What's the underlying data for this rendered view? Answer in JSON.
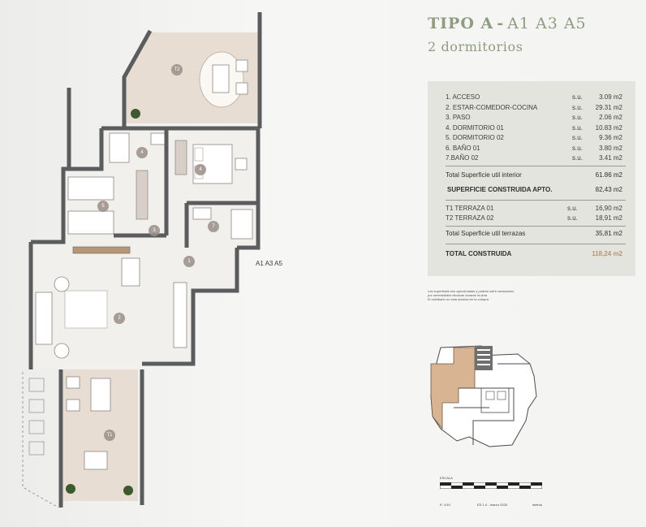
{
  "header": {
    "title_main": "TIPO A",
    "title_separator": "-",
    "title_units": "A1 A3 A5",
    "subtitle": "2 dormitorios"
  },
  "plan": {
    "access_label": "A1 A3 A5",
    "room_labels": [
      "T2",
      "4",
      "4",
      "5",
      "3",
      "7",
      "1",
      "2",
      "T1"
    ]
  },
  "surfaces": {
    "rooms": [
      {
        "label": "1. ACCESO",
        "su": "s.u.",
        "value": "3.09 m2"
      },
      {
        "label": "2. ESTAR-COMEDOR-COCINA",
        "su": "s.u.",
        "value": "29.31 m2"
      },
      {
        "label": "3. PASO",
        "su": "s.u.",
        "value": "2.06 m2"
      },
      {
        "label": "4. DORMITORIO 01",
        "su": "s.u.",
        "value": "10.83 m2"
      },
      {
        "label": "5. DORMITORIO 02",
        "su": "s.u.",
        "value": "9.36 m2"
      },
      {
        "label": "6. BAÑO 01",
        "su": "s.u.",
        "value": "3.80 m2"
      },
      {
        "label": "7.BAÑO 02",
        "su": "s.u.",
        "value": "3.41 m2"
      }
    ],
    "total_interior_label": "Total Superficie util interior",
    "total_interior_value": "61.86 m2",
    "built_label": "SUPERFICIE CONSTRUIDA APTO.",
    "built_value": "82,43 m2",
    "terraces": [
      {
        "label": "T1 TERRAZA 01",
        "su": "s.u.",
        "value": "16,90 m2"
      },
      {
        "label": "T2 TERRAZA 02",
        "su": "s.u.",
        "value": "18,91 m2"
      }
    ],
    "total_terraces_label": "Total Superficie util terrazas",
    "total_terraces_value": "35,81 m2",
    "total_built_label": "TOTAL CONSTRUIDA",
    "total_built_value": "118,24 m2"
  },
  "notes": {
    "line1": "Las superficies son aproximadas y podrán sufrir variaciones",
    "line2": "por necesidades técnicas durante la obra",
    "line3": "El mobiliario no está incluido en la compra"
  },
  "scale": {
    "title": "ESCALA",
    "left": "E: 1/10",
    "center": "ED 1.0 - marzo 2025",
    "right": "metros"
  },
  "colors": {
    "accent_green": "#8e9c80",
    "accent_tan": "#b79876",
    "wall": "#5a5c5d",
    "terrace_floor": "#e7ddd3",
    "panel_bg": "#e2e4dd"
  }
}
